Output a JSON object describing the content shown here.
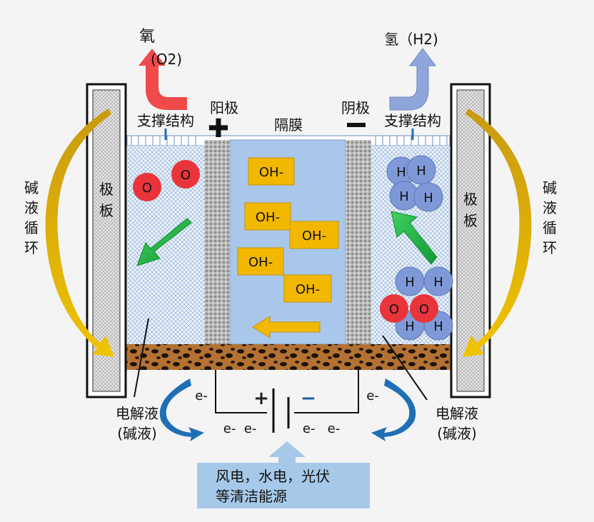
{
  "labels": {
    "oxygen_char": "氧",
    "oxygen_formula": "(O2)",
    "hydrogen": "氢（H2)",
    "support_left": "支撑结构",
    "support_right": "支撑结构",
    "anode": "阳极",
    "cathode": "阴极",
    "membrane": "隔膜",
    "plate_left": "极板",
    "plate_right": "极板",
    "circulation_left": "碱液循环",
    "circulation_right": "碱液循环",
    "electrolyte_left_line1": "电解液",
    "electrolyte_left_line2": "(碱液)",
    "electrolyte_right_line1": "电解液",
    "electrolyte_right_line2": "(碱液)",
    "plus_sign": "+",
    "minus_sign": "−",
    "energy_line1": "风电，水电，光伏",
    "energy_line2": "等清洁能源"
  },
  "ions": [
    "OH-",
    "OH-",
    "OH-",
    "OH-",
    "OH-"
  ],
  "atoms": {
    "oxygen_left": [
      "O",
      "O"
    ],
    "hydrogen_top": [
      "H",
      "H",
      "H",
      "H"
    ],
    "hydrogen_mid": [
      "H",
      "H"
    ],
    "oxygen_right": [
      "O",
      "O"
    ],
    "hydrogen_bottom": [
      "H",
      "H"
    ]
  },
  "electrons": {
    "left_top": "e-",
    "right_top": "e-",
    "bottom_left": "e-  e-",
    "bottom_right": "e-   e-"
  },
  "colors": {
    "oxygen": "#e8343a",
    "hydrogen": "#7f99d8",
    "ion_box": "#f2b800",
    "membrane": "#a9c7ea",
    "green_arrow": "#2db34a",
    "blue_arrow": "#1f6fb6",
    "gold_arrow": "#e0a800",
    "energy_box": "#a7c9e9"
  }
}
